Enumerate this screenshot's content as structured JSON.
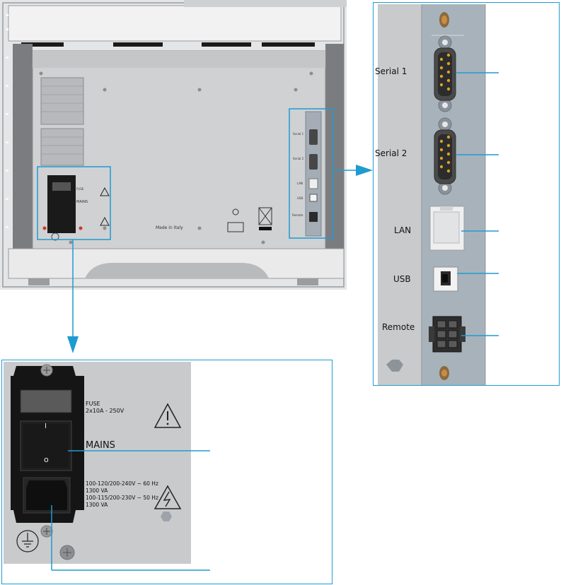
{
  "overview": {
    "made_in": "Made in Italy",
    "serial1_small": "Serial 1",
    "serial2_small": "Serial 2",
    "lan_small": "LAN",
    "usb_small": "USB",
    "remote_small": "Remote",
    "fuse_small": "FUSE",
    "mains_small": "MAINS"
  },
  "comm_panel": {
    "serial1_label": "Serial 1",
    "serial2_label": "Serial 2",
    "lan_label": "LAN",
    "usb_label": "USB",
    "remote_label": "Remote"
  },
  "power_panel": {
    "fuse_label": "FUSE",
    "fuse_rating": "2x10A - 250V",
    "switch_on": "I",
    "switch_off": "o",
    "mains_label": "MAINS",
    "voltage_line1": "100-120/200-240V ~ 60 Hz",
    "voltage_line2": "1300 VA",
    "voltage_line3": "100-115/200-230V ~ 50 Hz",
    "voltage_line4": "1300 VA"
  },
  "colors": {
    "callout": "#1f9bd1",
    "panel_grey": "#c9cacc",
    "strip_grey": "#a8b2bb",
    "black": "#111111"
  }
}
